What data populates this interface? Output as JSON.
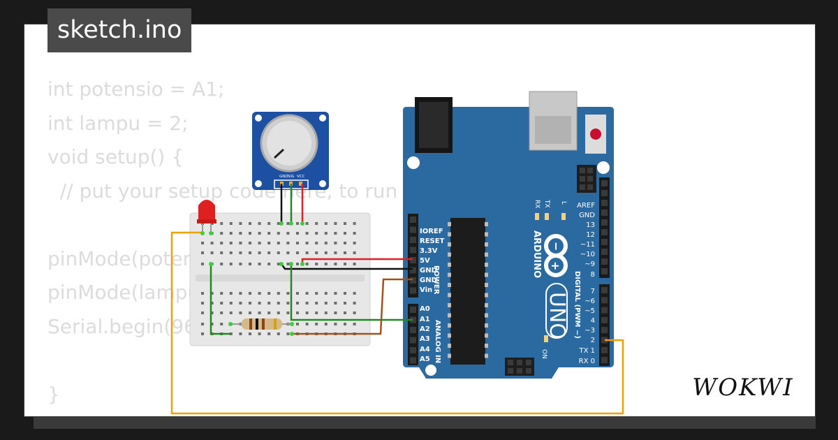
{
  "app": {
    "title": "sketch.ino",
    "brand": "WOKWI"
  },
  "code_lines": [
    "int potensio = A1;",
    "int lampu = 2;",
    "void setup() {",
    "  // put your setup code here, to run once:",
    "",
    "pinMode(potensio, INPUT);",
    "pinMode(lampu, OUTPUT);",
    "Serial.begin(9600);",
    "",
    "}"
  ],
  "potentiometer": {
    "pin_labels": [
      "GND",
      "SIG",
      "VCC"
    ]
  },
  "arduino": {
    "brand": "ARDUINO",
    "model": "UNO",
    "power_label": "POWER",
    "analog_label": "ANALOG IN",
    "digital_label": "DIGITAL (PWM ~)",
    "led_labels": [
      "L",
      "TX",
      "RX"
    ],
    "on_label": "ON",
    "power_pins": [
      "IOREF",
      "RESET",
      "3.3V",
      "5V",
      "GND",
      "GND",
      "Vin"
    ],
    "analog_pins": [
      "A0",
      "A1",
      "A2",
      "A3",
      "A4",
      "A5"
    ],
    "digital_top": [
      "AREF",
      "GND",
      "13",
      "12",
      "~11",
      "~10",
      "~9",
      "8"
    ],
    "digital_bottom": [
      "7",
      "~6",
      "~5",
      "4",
      "~3",
      "2",
      "TX 1",
      "RX 0"
    ]
  },
  "colors": {
    "board": "#2b6aa0",
    "wire_red": "#e02020",
    "wire_black": "#111111",
    "wire_green": "#1f8a1f",
    "wire_brown": "#a0521e",
    "wire_orange": "#f0a000",
    "led": "#e02020",
    "background": "#1a1a1a"
  }
}
